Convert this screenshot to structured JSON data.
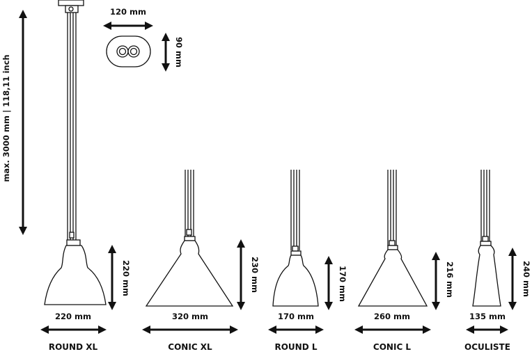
{
  "total_length_label": "max. 3000 mm | 118,11 inch",
  "canopy": {
    "width_label": "120 mm",
    "depth_label": "90 mm"
  },
  "lamps": [
    {
      "name": "ROUND XL",
      "width_label": "220 mm",
      "height_label": "220 mm"
    },
    {
      "name": "CONIC XL",
      "width_label": "320 mm",
      "height_label": "230 mm"
    },
    {
      "name": "ROUND L",
      "width_label": "170 mm",
      "height_label": "170 mm"
    },
    {
      "name": "CONIC L",
      "width_label": "260 mm",
      "height_label": "216 mm"
    },
    {
      "name": "OCULISTE",
      "width_label": "135 mm",
      "height_label": "240 mm"
    }
  ]
}
